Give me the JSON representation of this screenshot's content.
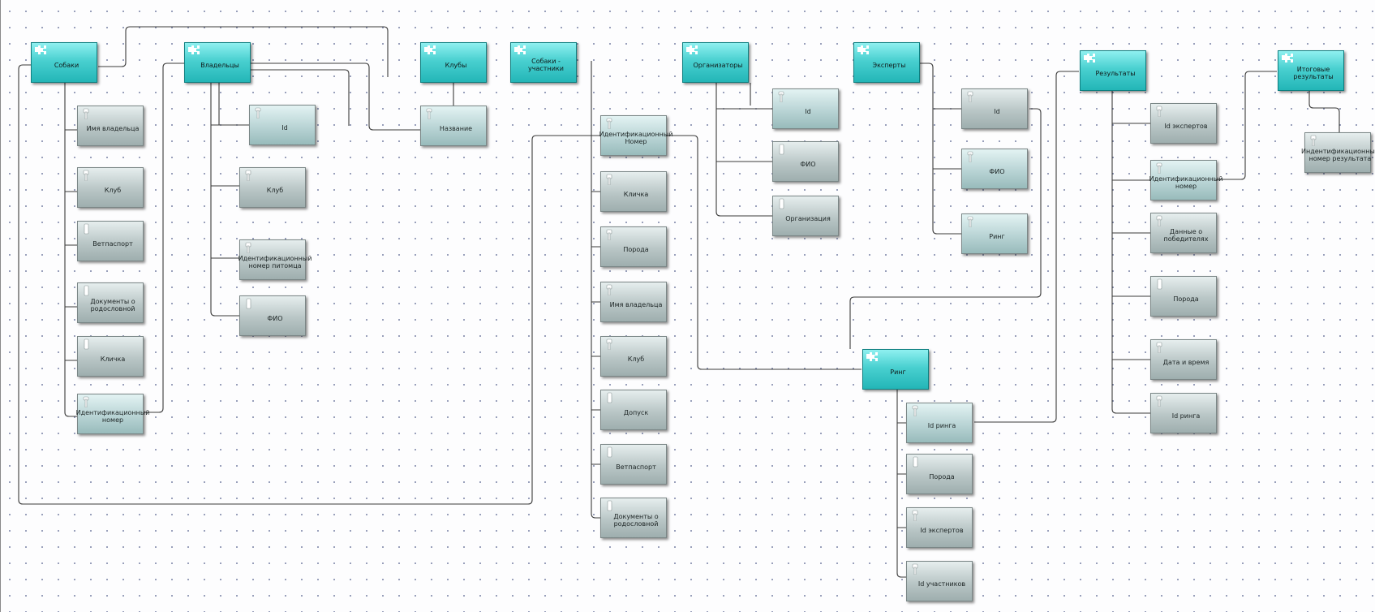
{
  "entities": {
    "dogs": "Собаки",
    "owners": "Владельцы",
    "clubs": "Клубы",
    "participants": "Собаки - участники",
    "organizers": "Организаторы",
    "experts": "Эксперты",
    "results": "Результаты",
    "final": "Итоговые результаты",
    "ring": "Ринг"
  },
  "dogs_attrs": [
    "Имя владельца",
    "Клуб",
    "Ветпаспорт",
    "Документы о родословной",
    "Кличка",
    "Идентификационный номер"
  ],
  "owners_attrs": [
    "Id",
    "Клуб",
    "Идентификационный номер питомца",
    "ФИО"
  ],
  "clubs_attrs": [
    "Название"
  ],
  "participants_attrs": [
    "Идентификационный Номер",
    "Кличка",
    "Порода",
    "Имя владельца",
    "Клуб",
    "Допуск",
    "Ветпаспорт",
    "Документы о родословной"
  ],
  "organizers_attrs": [
    "Id",
    "ФИО",
    "Организация"
  ],
  "experts_attrs": [
    "Id",
    "ФИО",
    "Ринг"
  ],
  "results_attrs": [
    "Id экспертов",
    "Идентификационный номер",
    "Данные о победителях",
    "Порода",
    "Дата и время",
    "Id ринга"
  ],
  "final_attrs": [
    "Индентификационный номер результата"
  ],
  "ring_attrs": [
    "Id ринга",
    "Порода",
    "Id экспертов",
    "Id участников"
  ]
}
